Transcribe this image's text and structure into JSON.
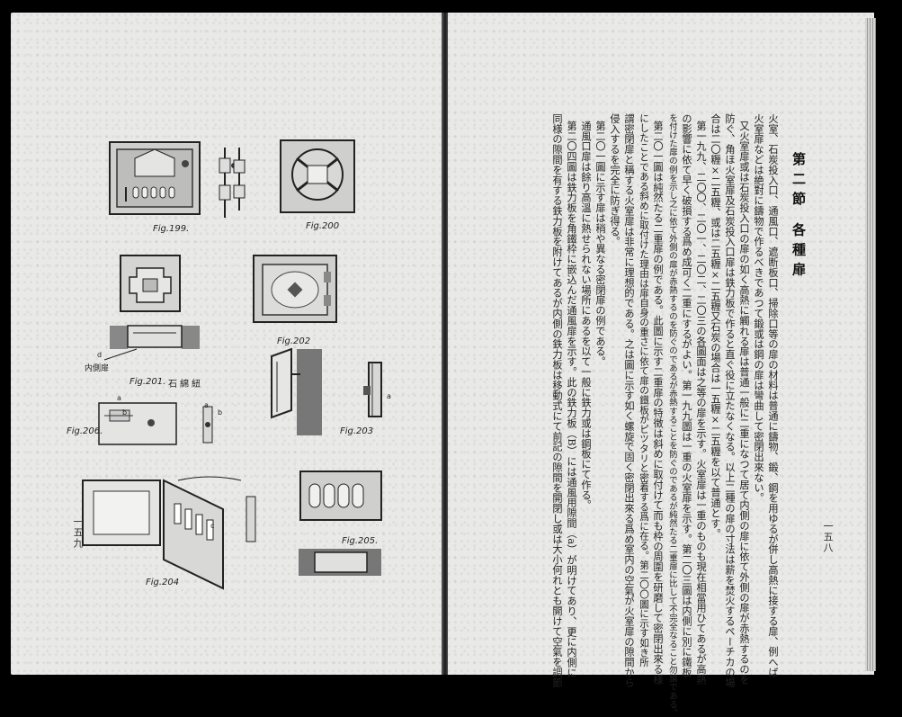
{
  "left_page": {
    "page_number": "一五九",
    "figures": [
      {
        "id": "fig199",
        "label": "Fig.199."
      },
      {
        "id": "fig200",
        "label": "Fig.200"
      },
      {
        "id": "fig201",
        "label": "Fig.201.",
        "note": "石綿紐",
        "inner_label": "内側扉",
        "marker": "d"
      },
      {
        "id": "fig202",
        "label": "Fig.202"
      },
      {
        "id": "fig203",
        "label": "Fig.203",
        "marker": "a"
      },
      {
        "id": "fig204",
        "label": "Fig.204",
        "marker": "c"
      },
      {
        "id": "fig205",
        "label": "Fig.205."
      },
      {
        "id": "fig206",
        "label": "Fig.206.",
        "marker_a": "a",
        "marker_b": "b"
      }
    ]
  },
  "right_page": {
    "page_number": "一五八",
    "section_title": "第二節 各種扉",
    "columns": [
      "火室、石炭投入口、通風口、遮断板口、掃除口等の扉の材料は普通に鑄物、鍛、鋼を用ゆるが併し高熱に接する扉、例へば",
      "火室扉などは絶對に鑄物で作るべきであつて鍛或は鋼の扉は彎曲して密閉出來ない。",
      "又火室扉或は石炭投入口の扉の如く高熱に觸れる扉は普通一般に二重になつて居て内側の扉に依て外側の扉が赤熱するのを",
      "防ぐ、角ほ火室扉及石炭投入口扉は鉄力板で作ると直ぐ役に立たなくなる。以上二種の扉の寸法は薪を焚火するペーチカの場",
      "合は二〇糎×二五糎、或は二五糎×二五糎又石炭の場合は一五糎×二五糎を以て普通とす。",
      "第一九九、二〇〇、二〇一、二〇二、二〇三の各圖面は之等の扉を示す。火室扉は一重のものも現在相當用ひてあるが高熱",
      "の影響に依て早く破損する爲め成可く二重にするがよい。第一九九圖は一重の火室扉を示す。第二〇三圖は内側に別に鐵板",
      "を付けた扉の例を示し之に依て外側の扉が赤熱するのを防ぐのであるが赤熱することを防ぐのであるが純然たる二重扉に比して不完全なること勿論である。",
      "第二〇一圖は純然たる二重扉の例である。此圖に示す二重扉の特徴は斜めに取付けて而も枠の周圍を研磨して密閉出來る様",
      "にしたことである斜めに取付けた理由は扉自身の重さに依て扉の鐵板がピツタリと密着する爲に在る。第二〇〇圖に示す如き所",
      "謂密閉扉と稱する火室扉は非常に理想的である。之は圖に示す如く螺旋で固く密閉出來る爲め室内の空氣が火室扉の隙間から",
      "侵入するを完全に防ぎ得る。",
      "第二〇一圖に示す扉は稍や異なる密閉扉の例である。",
      "通風口扉は餘り高溫に熱せられない場所にあるを以て一般に鉄力或は鋼板にて作る。",
      "第二〇四圖は鉄力板を角鐵枠に嵌込んだ通風扉を示す。此の鉄力板（B）には通風用隙間（a）が明けてあり、更に内側に",
      "同様の隙間を有する鉄力板を附けてあるが内側の鉄力板は移動式にて前記の隙間を開閉し或は大小何れとも開けて空氣を調節"
    ]
  }
}
